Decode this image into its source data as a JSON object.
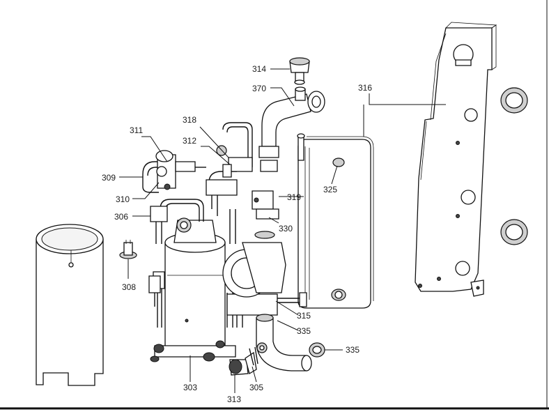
{
  "callouts": [
    {
      "id": "c314",
      "label": "314"
    },
    {
      "id": "c370",
      "label": "370"
    },
    {
      "id": "c316",
      "label": "316"
    },
    {
      "id": "c318",
      "label": "318"
    },
    {
      "id": "c311",
      "label": "311"
    },
    {
      "id": "c312",
      "label": "312"
    },
    {
      "id": "c309",
      "label": "309"
    },
    {
      "id": "c310",
      "label": "310"
    },
    {
      "id": "c306",
      "label": "306"
    },
    {
      "id": "c319",
      "label": "319"
    },
    {
      "id": "c325",
      "label": "325"
    },
    {
      "id": "c330",
      "label": "330"
    },
    {
      "id": "c308",
      "label": "308"
    },
    {
      "id": "c315",
      "label": "315"
    },
    {
      "id": "c335a",
      "label": "335"
    },
    {
      "id": "c335b",
      "label": "335"
    },
    {
      "id": "c303",
      "label": "303"
    },
    {
      "id": "c305",
      "label": "305"
    },
    {
      "id": "c313",
      "label": "313"
    }
  ]
}
